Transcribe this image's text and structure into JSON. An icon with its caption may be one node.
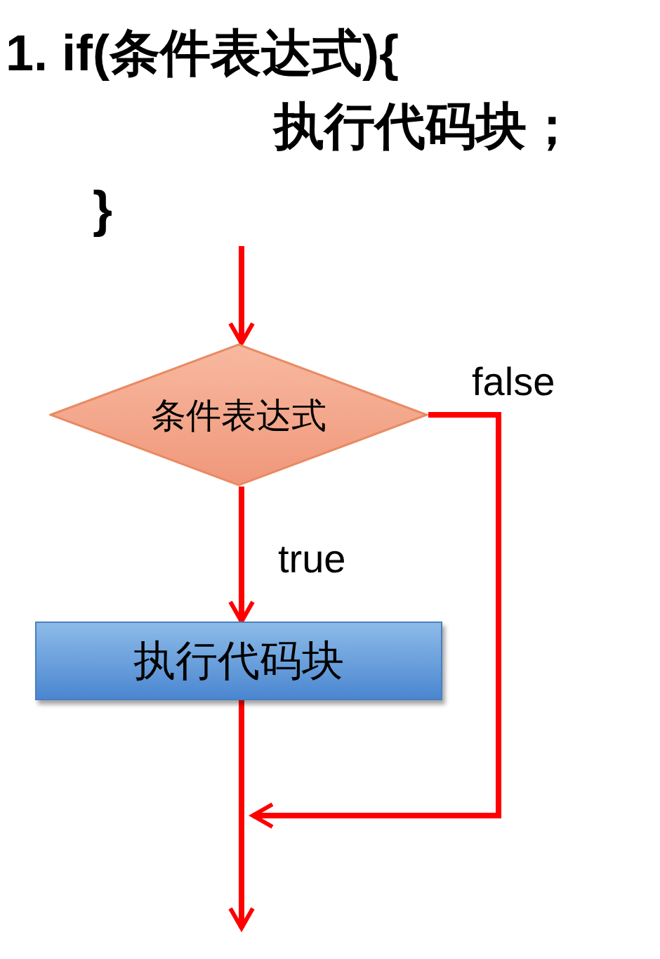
{
  "diagram": {
    "nodes": [
      {
        "text": [
          "条件表达式"
        ]
      },
      {
        "text": [
          "执行代码块"
        ]
      }
    ],
    "edges": [
      {
        "from": null,
        "to": 0,
        "arrow": "to"
      },
      {
        "from": 0,
        "to": 1,
        "arrow": "to",
        "label": "true"
      },
      {
        "from": 0,
        "to": null,
        "arrow": "to",
        "label": "false"
      },
      {
        "from": 1,
        "to": null,
        "arrow": "to"
      }
    ],
    "labels": [
      "1.  if(条件表达式){",
      "执行代码块；",
      "}"
    ]
  }
}
